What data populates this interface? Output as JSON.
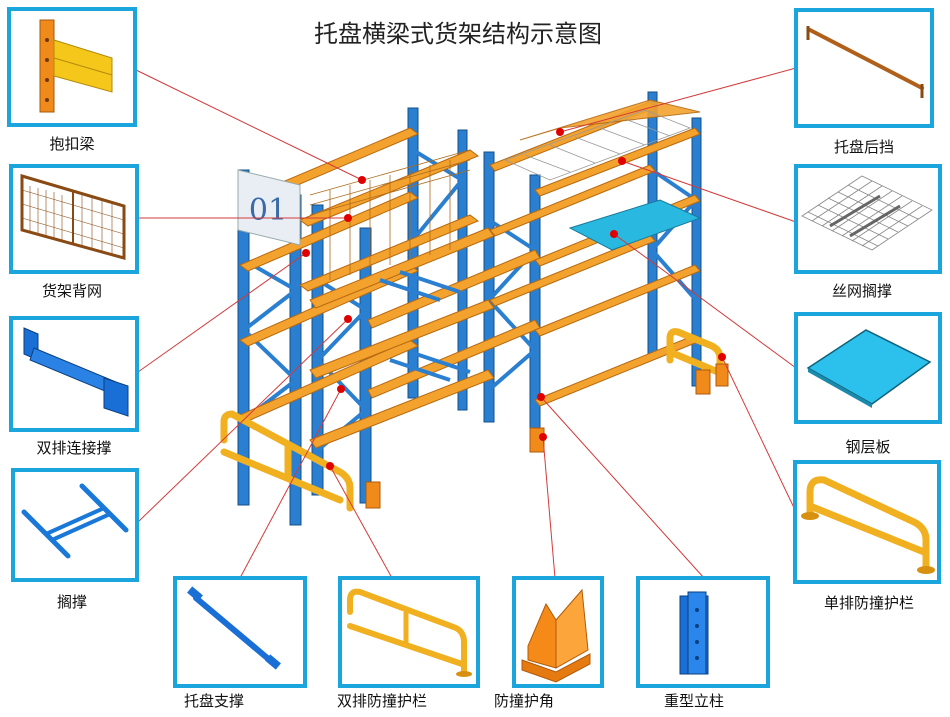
{
  "title": "托盘横梁式货架结构示意图",
  "sign_text": "01",
  "colors": {
    "box_border": "#1aa6dc",
    "leader_line": "#d43a3a",
    "upright_blue": "#2a7fd0",
    "beam_orange": "#f3a22e",
    "guard_yellow": "#f0b020"
  },
  "components": [
    {
      "id": "hold-beam",
      "label": "抱扣梁",
      "icon": "box-beam"
    },
    {
      "id": "back-mesh",
      "label": "货架背网",
      "icon": "mesh-panel"
    },
    {
      "id": "row-spacer",
      "label": "双排连接撑",
      "icon": "spacer-bar"
    },
    {
      "id": "brace",
      "label": "搁撑",
      "icon": "h-brace"
    },
    {
      "id": "pallet-support",
      "label": "托盘支撑",
      "icon": "support-bar"
    },
    {
      "id": "double-guardrail",
      "label": "双排防撞护栏",
      "icon": "double-guardrail"
    },
    {
      "id": "corner-guard",
      "label": "防撞护角",
      "icon": "corner-guard"
    },
    {
      "id": "heavy-upright",
      "label": "重型立柱",
      "icon": "upright"
    },
    {
      "id": "single-guardrail",
      "label": "单排防撞护栏",
      "icon": "single-guardrail"
    },
    {
      "id": "steel-deck",
      "label": "钢层板",
      "icon": "steel-plate"
    },
    {
      "id": "wire-deck",
      "label": "丝网搁撑",
      "icon": "wire-deck"
    },
    {
      "id": "pallet-stop",
      "label": "托盘后挡",
      "icon": "back-stop"
    }
  ]
}
